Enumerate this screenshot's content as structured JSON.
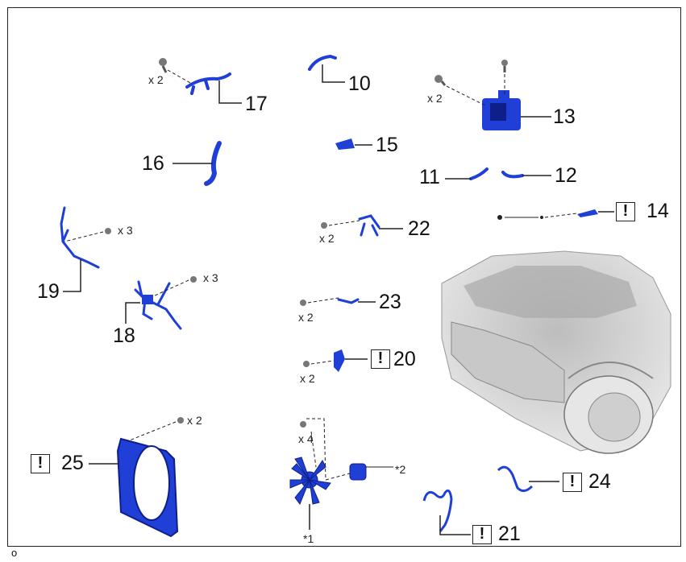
{
  "parts": [
    {
      "id": "p10",
      "label": "10"
    },
    {
      "id": "p11",
      "label": "11"
    },
    {
      "id": "p12",
      "label": "12"
    },
    {
      "id": "p13",
      "label": "13"
    },
    {
      "id": "p14",
      "label": "14"
    },
    {
      "id": "p15",
      "label": "15"
    },
    {
      "id": "p16",
      "label": "16"
    },
    {
      "id": "p17",
      "label": "17"
    },
    {
      "id": "p18",
      "label": "18"
    },
    {
      "id": "p19",
      "label": "19"
    },
    {
      "id": "p20",
      "label": "20"
    },
    {
      "id": "p21",
      "label": "21"
    },
    {
      "id": "p22",
      "label": "22"
    },
    {
      "id": "p23",
      "label": "23"
    },
    {
      "id": "p24",
      "label": "24"
    },
    {
      "id": "p25",
      "label": "25"
    }
  ],
  "quantities": {
    "q17": "x 2",
    "q13": "x 2",
    "q19": "x 3",
    "q18": "x 3",
    "q22": "x 2",
    "q23": "x 2",
    "q20": "x 2",
    "q25": "x 2",
    "qfan": "x 4"
  },
  "notes": {
    "fan": "*1",
    "coupling": "*2"
  },
  "warning_symbol": "!",
  "corner_mark": "o",
  "colors": {
    "part": "#1f3fd6",
    "part_dark": "#0f1f8a",
    "line": "#222222",
    "vehicle": "#d9d9d9"
  }
}
